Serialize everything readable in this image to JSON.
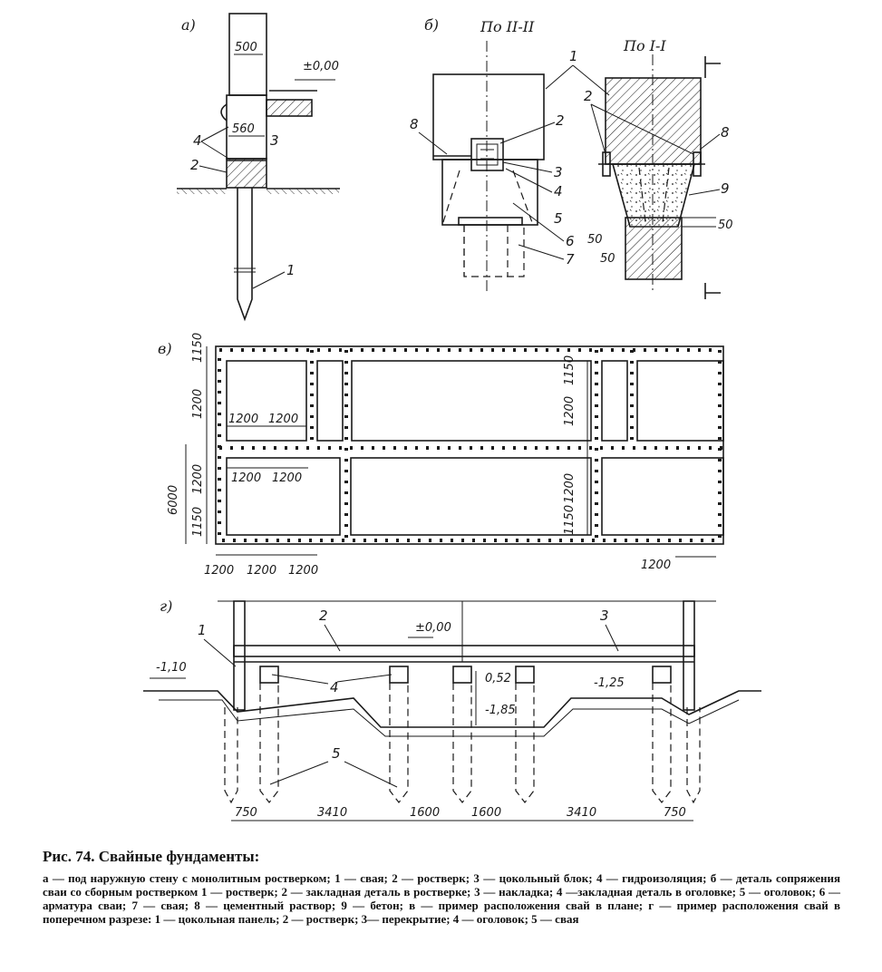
{
  "caption": {
    "title": "Рис. 74. Свайные фундаменты:",
    "text": "а — под наружную стену с монолитным ростверком; 1 — свая; 2 — ростверк; 3 — цокольный блок; 4 — гидроизоляция; б — деталь сопряжения сваи со сборным ростверком 1 — ростверк; 2 — закладная деталь в ростверке; 3 — накладка; 4 —закладная деталь в оголовке; 5 — оголовок; 6 — арматура сваи; 7 — свая; 8 — цементный раствор; 9 — бетон; в — пример расположения свай в плане; г — пример расположения свай в поперечном разрезе: 1 — цокольная панель; 2 — ростверк; 3— перекрытие; 4 — оголовок; 5 — свая"
  },
  "a": {
    "tag": "а)",
    "dims": [
      "500",
      "560"
    ],
    "level": "±0,00",
    "labels": [
      "4",
      "3",
      "2",
      "1"
    ]
  },
  "b": {
    "tag": "б)",
    "section_2": "По II-II",
    "section_1": "По I-I",
    "labels_left": [
      "8",
      "1",
      "2",
      "3",
      "4",
      "5",
      "6",
      "7"
    ],
    "labels_right": [
      "2",
      "8",
      "9"
    ],
    "dims": [
      "50",
      "50",
      "50"
    ]
  },
  "v": {
    "tag": "в)",
    "left_dims": [
      "1150",
      "1200",
      "6000",
      "1200",
      "1150"
    ],
    "inner_dims": [
      "1200",
      "1200",
      "1200",
      "1200"
    ],
    "mid_dims": [
      "1200",
      "1150",
      "1150",
      "1200"
    ],
    "bottom_dims": [
      "1200",
      "1200",
      "1200",
      "1200"
    ]
  },
  "g": {
    "tag": "г)",
    "levels": [
      "±0,00",
      "-1,10",
      "-1,25",
      "0,52",
      "-1,85"
    ],
    "labels": [
      "1",
      "2",
      "3",
      "4",
      "5"
    ],
    "bottom_dims": [
      "750",
      "3410",
      "1600",
      "1600",
      "3410",
      "750"
    ]
  }
}
